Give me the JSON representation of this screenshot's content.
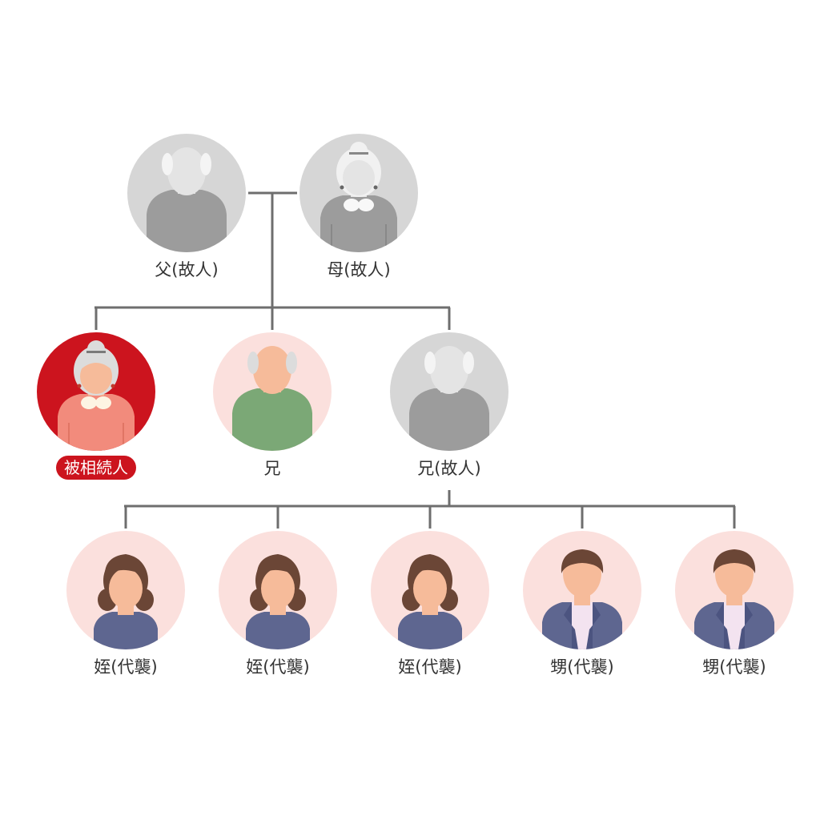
{
  "colors": {
    "line": "#6e6e6e",
    "deceased_bg": "#d6d6d6",
    "living_bg": "#fbe0dd",
    "decedent_bg": "#cc141e",
    "skin": "#f6bb9a",
    "grey_body": "#9c9c9c",
    "grey_head": "#e4e4e4"
  },
  "people": {
    "father": {
      "label": "父(故人)",
      "icon": "elderly-man-deceased-icon"
    },
    "mother": {
      "label": "母(故人)",
      "icon": "elderly-woman-deceased-icon"
    },
    "decedent": {
      "label": "被相続人",
      "icon": "elderly-woman-decedent-icon"
    },
    "brother": {
      "label": "兄",
      "icon": "elderly-man-icon"
    },
    "brother_deceased": {
      "label": "兄(故人)",
      "icon": "elderly-man-deceased-icon"
    },
    "niece_1": {
      "label": "姪(代襲)",
      "icon": "woman-icon"
    },
    "niece_2": {
      "label": "姪(代襲)",
      "icon": "woman-icon"
    },
    "niece_3": {
      "label": "姪(代襲)",
      "icon": "woman-icon"
    },
    "nephew_1": {
      "label": "甥(代襲)",
      "icon": "man-icon"
    },
    "nephew_2": {
      "label": "甥(代襲)",
      "icon": "man-icon"
    }
  }
}
